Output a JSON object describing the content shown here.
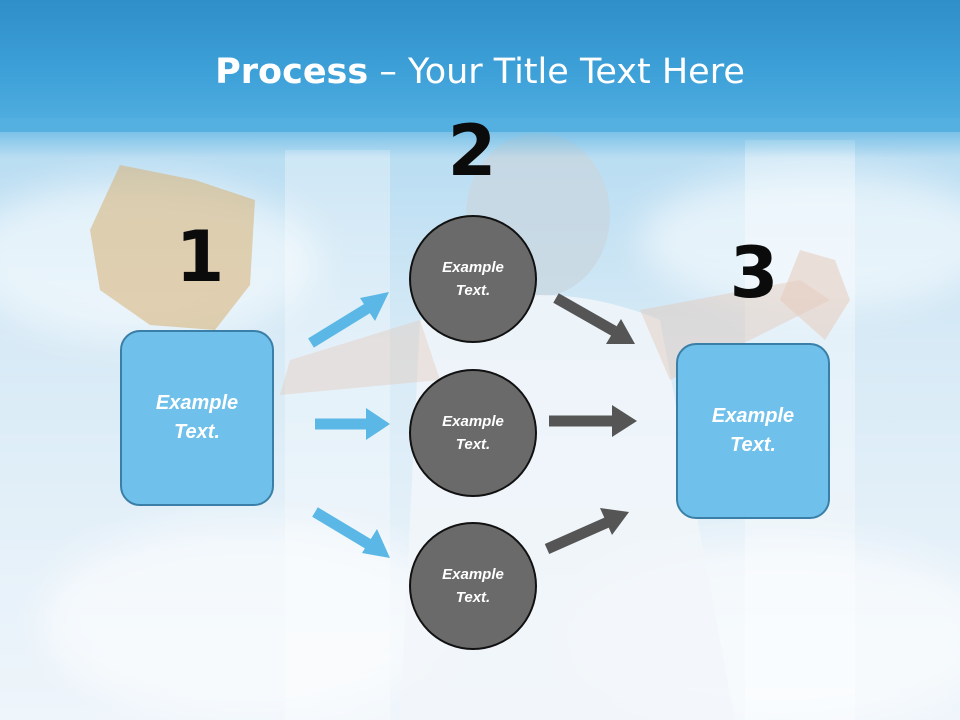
{
  "slide": {
    "title_bold": "Process",
    "title_rest": " – Your Title Text Here"
  },
  "steps": {
    "numbers": [
      "1",
      "2",
      "3"
    ],
    "left_box": "Example Text.",
    "circles": [
      "Example Text.",
      "Example Text.",
      "Example Text."
    ],
    "right_box": "Example Text."
  },
  "colors": {
    "header": "#3fa2d9",
    "box_fill": "#6fc0ea",
    "circle_fill": "#6a6a6a",
    "blue_arrow": "#5bb8e6",
    "gray_arrow": "#555555"
  }
}
